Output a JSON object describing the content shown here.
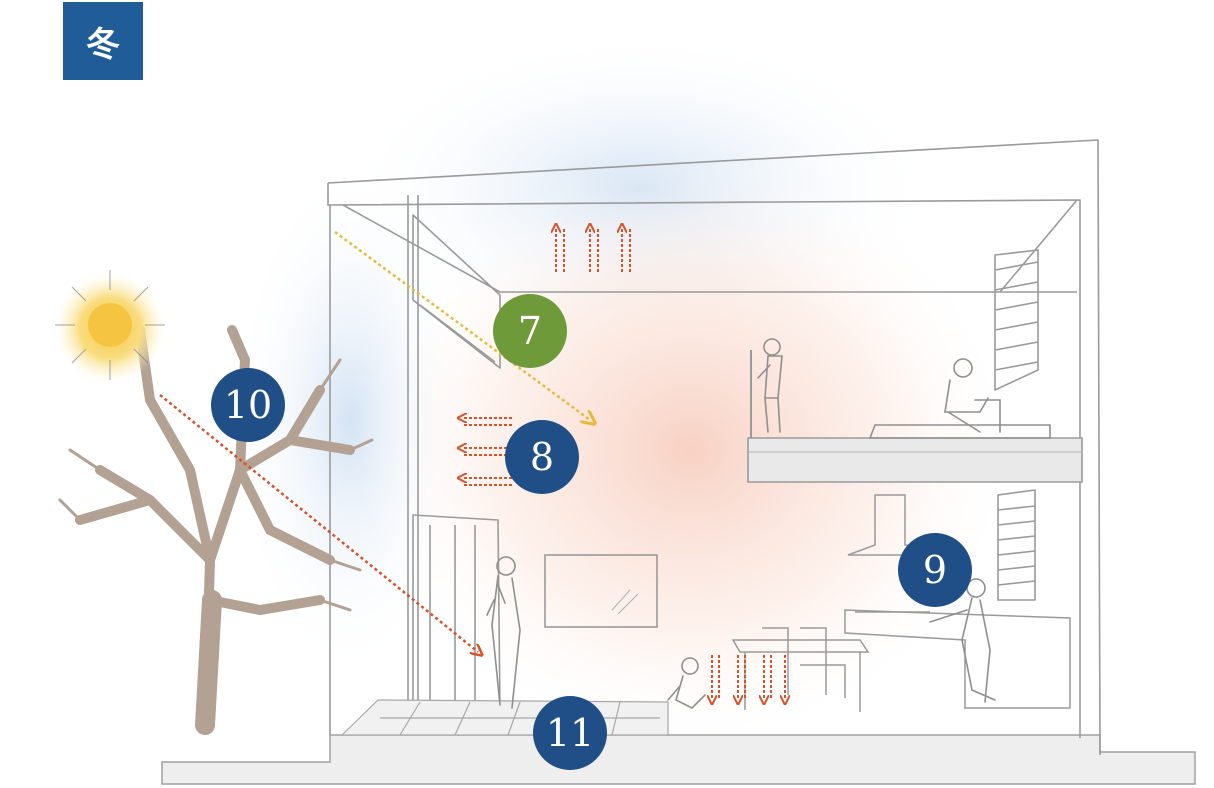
{
  "season_label": "冬",
  "markers": [
    {
      "id": "7",
      "label": "7",
      "color": "#6f9a3a"
    },
    {
      "id": "8",
      "label": "8",
      "color": "#1f4f86"
    },
    {
      "id": "9",
      "label": "9",
      "color": "#1f4f86"
    },
    {
      "id": "10",
      "label": "10",
      "color": "#1f4f86"
    },
    {
      "id": "11",
      "label": "11",
      "color": "#1f4f86"
    }
  ],
  "colors": {
    "badge": "#1f5c98",
    "arrow": "#d9512b",
    "sun": "#f5c542",
    "tree": "#b3a293",
    "line": "#9a9a9a"
  }
}
